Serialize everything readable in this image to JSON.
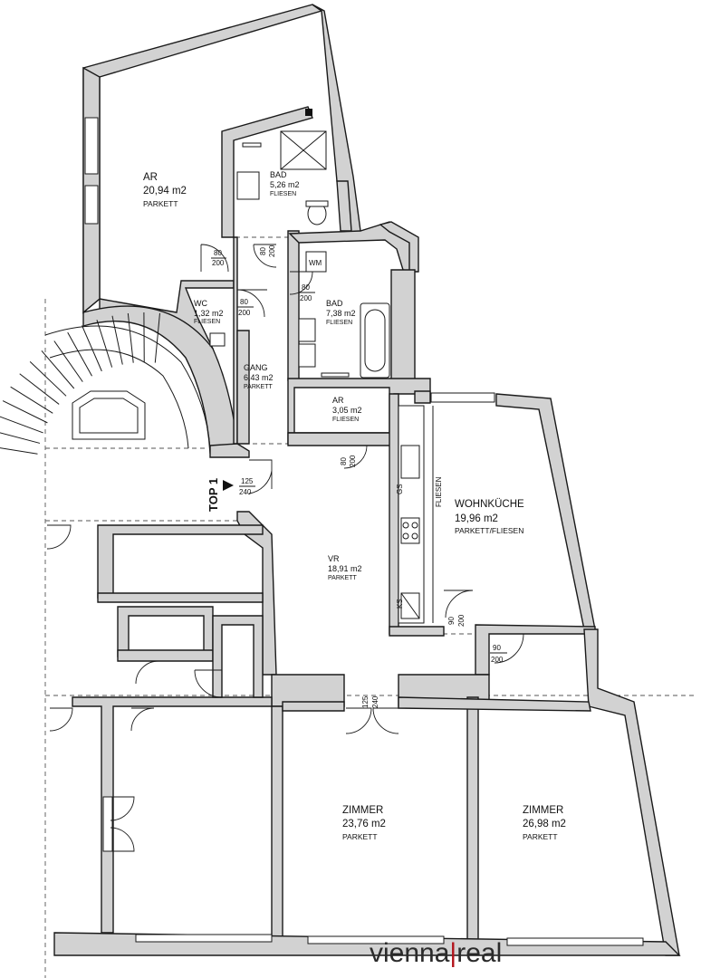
{
  "rooms": {
    "ar_top": {
      "name": "AR",
      "area": "20,94 m2",
      "floor": "PARKETT"
    },
    "bad_top": {
      "name": "BAD",
      "area": "5,26 m2",
      "floor": "FLIESEN"
    },
    "wc": {
      "name": "WC",
      "area": "1,32 m2",
      "floor": "FLIESEN"
    },
    "bad_mid": {
      "name": "BAD",
      "area": "7,38 m2",
      "floor": "FLIESEN"
    },
    "gang": {
      "name": "GANG",
      "area": "6,43 m2",
      "floor": "PARKETT"
    },
    "ar_mid": {
      "name": "AR",
      "area": "3,05 m2",
      "floor": "FLIESEN"
    },
    "wohnkueche": {
      "name": "WOHNKÜCHE",
      "area": "19,96 m2",
      "floor": "PARKETT/FLIESEN"
    },
    "vr": {
      "name": "VR",
      "area": "18,91 m2",
      "floor": "PARKETT"
    },
    "zimmer_1": {
      "name": "ZIMMER",
      "area": "23,76 m2",
      "floor": "PARKETT"
    },
    "zimmer_2": {
      "name": "ZIMMER",
      "area": "26,98 m2",
      "floor": "PARKETT"
    }
  },
  "doors": {
    "ar_top": {
      "w": "80",
      "h": "200"
    },
    "bad_top": {
      "w": "80",
      "h": "200"
    },
    "wc": {
      "w": "80",
      "h": "200"
    },
    "bad_mid": {
      "w": "80",
      "h": "200"
    },
    "ar_mid": {
      "w": "80",
      "h": "200"
    },
    "entrance": {
      "w": "125",
      "h": "240"
    },
    "kitchen": {
      "w": "90",
      "h": "200"
    },
    "zimmer_2": {
      "w": "90",
      "h": "200"
    },
    "zimmer_1": {
      "w": "125",
      "h": "240"
    }
  },
  "fixtures": {
    "washer": "WM",
    "gas": "GS",
    "fridge": "KS",
    "kitchen_floor": "FLIESEN"
  },
  "unit": {
    "label": "TOP 1"
  },
  "logo": {
    "part1": "vienna",
    "separator": "|",
    "part2": "real"
  },
  "colors": {
    "wall": "#d2d2d2",
    "line": "#1a1a1a",
    "logo_dark": "#2b2b2b",
    "logo_accent": "#b3141c"
  }
}
